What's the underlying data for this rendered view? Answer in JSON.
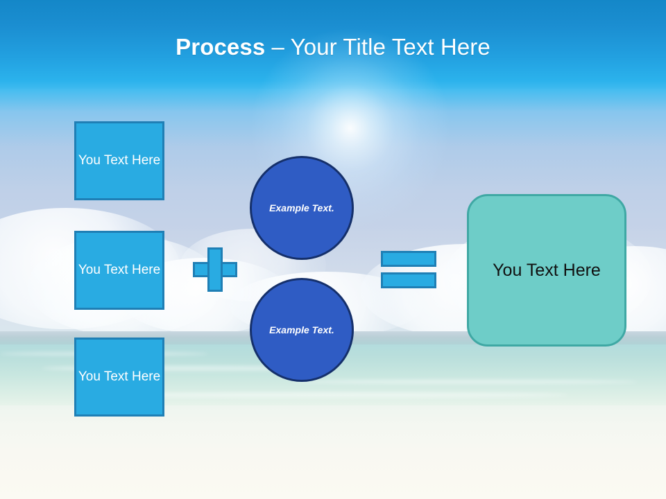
{
  "slide": {
    "title": {
      "bold_part": "Process",
      "rest": " – Your Title Text Here"
    }
  },
  "inputs": [
    {
      "label": "You Text Here"
    },
    {
      "label": "You Text Here"
    },
    {
      "label": "You Text Here"
    }
  ],
  "operators": {
    "plus": "+",
    "equals": "="
  },
  "factors": [
    {
      "label": "Example Text."
    },
    {
      "label": "Example Text."
    }
  ],
  "result": {
    "label": "You Text Here"
  },
  "colors": {
    "title_band": "#1b8ed1",
    "square_fill": "#29abe2",
    "square_border": "#1f7fb5",
    "circle_fill": "#2f5cc4",
    "circle_border": "#15306b",
    "result_fill": "#6ecdc8",
    "result_border": "#3fa8a4",
    "title_text": "#ffffff"
  }
}
